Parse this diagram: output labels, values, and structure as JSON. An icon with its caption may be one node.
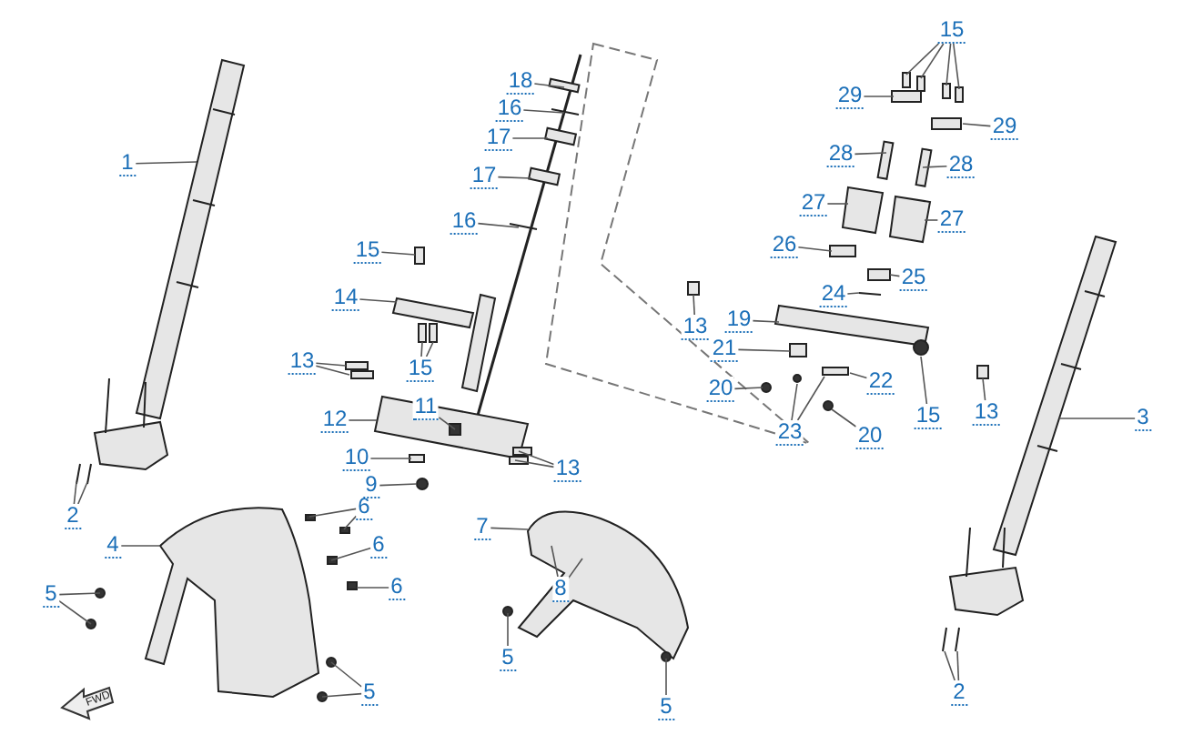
{
  "diagram": {
    "nodes": [
      {
        "text": [
          "1"
        ]
      },
      {
        "text": [
          "2"
        ]
      },
      {
        "text": [
          "3"
        ]
      },
      {
        "text": [
          "4"
        ]
      },
      {
        "text": [
          "5"
        ]
      },
      {
        "text": [
          "5"
        ]
      },
      {
        "text": [
          "5"
        ]
      },
      {
        "text": [
          "5"
        ]
      },
      {
        "text": [
          "6"
        ]
      },
      {
        "text": [
          "6"
        ]
      },
      {
        "text": [
          "6"
        ]
      },
      {
        "text": [
          "7"
        ]
      },
      {
        "text": [
          "8"
        ]
      },
      {
        "text": [
          "9"
        ]
      },
      {
        "text": [
          "10"
        ]
      },
      {
        "text": [
          "11"
        ]
      },
      {
        "text": [
          "12"
        ]
      },
      {
        "text": [
          "13"
        ]
      },
      {
        "text": [
          "13"
        ]
      },
      {
        "text": [
          "14"
        ]
      },
      {
        "text": [
          "15"
        ]
      },
      {
        "text": [
          "15"
        ]
      },
      {
        "text": [
          "16"
        ]
      },
      {
        "text": [
          "16"
        ]
      },
      {
        "text": [
          "17"
        ]
      },
      {
        "text": [
          "17"
        ]
      },
      {
        "text": [
          "18"
        ]
      },
      {
        "text": [
          "15"
        ]
      },
      {
        "text": [
          "29"
        ]
      },
      {
        "text": [
          "29"
        ]
      },
      {
        "text": [
          "28"
        ]
      },
      {
        "text": [
          "28"
        ]
      },
      {
        "text": [
          "27"
        ]
      },
      {
        "text": [
          "27"
        ]
      },
      {
        "text": [
          "26"
        ]
      },
      {
        "text": [
          "25"
        ]
      },
      {
        "text": [
          "24"
        ]
      },
      {
        "text": [
          "19"
        ]
      },
      {
        "text": [
          "13"
        ]
      },
      {
        "text": [
          "21"
        ]
      },
      {
        "text": [
          "22"
        ]
      },
      {
        "text": [
          "20"
        ]
      },
      {
        "text": [
          "23"
        ]
      },
      {
        "text": [
          "20"
        ]
      },
      {
        "text": [
          "15"
        ]
      },
      {
        "text": [
          "13"
        ]
      },
      {
        "text": [
          "2"
        ]
      }
    ],
    "edges": [
      {
        "from": 0,
        "to": null,
        "arrow": "none"
      },
      {
        "from": 1,
        "to": null,
        "arrow": "none"
      },
      {
        "from": 1,
        "to": null,
        "arrow": "none"
      },
      {
        "from": 2,
        "to": null,
        "arrow": "none"
      },
      {
        "from": 3,
        "to": null,
        "arrow": "none"
      },
      {
        "from": 4,
        "to": null,
        "arrow": "none"
      },
      {
        "from": 4,
        "to": null,
        "arrow": "none"
      },
      {
        "from": 5,
        "to": null,
        "arrow": "none"
      },
      {
        "from": 5,
        "to": null,
        "arrow": "none"
      },
      {
        "from": 6,
        "to": null,
        "arrow": "none"
      },
      {
        "from": 7,
        "to": null,
        "arrow": "none"
      },
      {
        "from": 8,
        "to": null,
        "arrow": "none"
      },
      {
        "from": 8,
        "to": null,
        "arrow": "none"
      },
      {
        "from": 9,
        "to": null,
        "arrow": "none"
      },
      {
        "from": 10,
        "to": null,
        "arrow": "none"
      },
      {
        "from": 11,
        "to": null,
        "arrow": "none"
      },
      {
        "from": 12,
        "to": null,
        "arrow": "none"
      },
      {
        "from": 12,
        "to": null,
        "arrow": "none"
      },
      {
        "from": 13,
        "to": null,
        "arrow": "none"
      },
      {
        "from": 14,
        "to": null,
        "arrow": "none"
      },
      {
        "from": 15,
        "to": null,
        "arrow": "none"
      },
      {
        "from": 16,
        "to": null,
        "arrow": "none"
      },
      {
        "from": 17,
        "to": null,
        "arrow": "none"
      },
      {
        "from": 17,
        "to": null,
        "arrow": "none"
      },
      {
        "from": 18,
        "to": null,
        "arrow": "none"
      },
      {
        "from": 18,
        "to": null,
        "arrow": "none"
      },
      {
        "from": 19,
        "to": null,
        "arrow": "none"
      },
      {
        "from": 20,
        "to": null,
        "arrow": "none"
      },
      {
        "from": 21,
        "to": null,
        "arrow": "none"
      },
      {
        "from": 21,
        "to": null,
        "arrow": "none"
      },
      {
        "from": 22,
        "to": null,
        "arrow": "none"
      },
      {
        "from": 23,
        "to": null,
        "arrow": "none"
      },
      {
        "from": 24,
        "to": null,
        "arrow": "none"
      },
      {
        "from": 25,
        "to": null,
        "arrow": "none"
      },
      {
        "from": 26,
        "to": null,
        "arrow": "none"
      },
      {
        "from": 27,
        "to": null,
        "arrow": "none"
      },
      {
        "from": 27,
        "to": null,
        "arrow": "none"
      },
      {
        "from": 27,
        "to": null,
        "arrow": "none"
      },
      {
        "from": 27,
        "to": null,
        "arrow": "none"
      },
      {
        "from": 28,
        "to": null,
        "arrow": "none"
      },
      {
        "from": 29,
        "to": null,
        "arrow": "none"
      },
      {
        "from": 30,
        "to": null,
        "arrow": "none"
      },
      {
        "from": 31,
        "to": null,
        "arrow": "none"
      },
      {
        "from": 32,
        "to": null,
        "arrow": "none"
      },
      {
        "from": 33,
        "to": null,
        "arrow": "none"
      },
      {
        "from": 34,
        "to": null,
        "arrow": "none"
      },
      {
        "from": 35,
        "to": null,
        "arrow": "none"
      },
      {
        "from": 36,
        "to": null,
        "arrow": "none"
      },
      {
        "from": 37,
        "to": null,
        "arrow": "none"
      },
      {
        "from": 38,
        "to": null,
        "arrow": "none"
      },
      {
        "from": 39,
        "to": null,
        "arrow": "none"
      },
      {
        "from": 40,
        "to": null,
        "arrow": "none"
      },
      {
        "from": 41,
        "to": null,
        "arrow": "none"
      },
      {
        "from": 42,
        "to": null,
        "arrow": "none"
      },
      {
        "from": 42,
        "to": null,
        "arrow": "none"
      },
      {
        "from": 43,
        "to": null,
        "arrow": "none"
      },
      {
        "from": 44,
        "to": null,
        "arrow": "none"
      },
      {
        "from": 45,
        "to": null,
        "arrow": "none"
      },
      {
        "from": 46,
        "to": null,
        "arrow": "none"
      },
      {
        "from": 46,
        "to": null,
        "arrow": "none"
      }
    ],
    "labels": [
      "FWD"
    ]
  }
}
